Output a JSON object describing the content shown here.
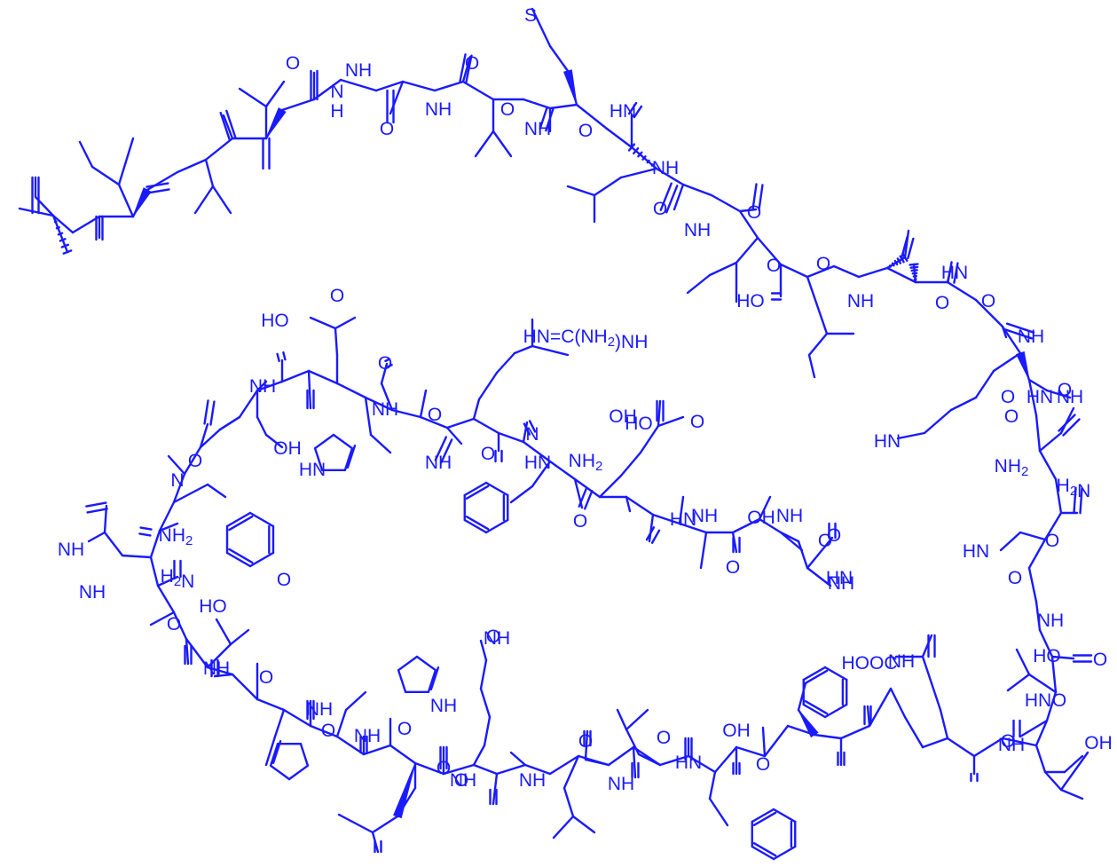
{
  "colors": {
    "structure": "#1a1aff",
    "background": "#ffffff"
  },
  "labels": [
    {
      "text": "S"
    },
    {
      "text": "O"
    },
    {
      "text": "NH"
    },
    {
      "text": "N",
      "sub": "H"
    },
    {
      "text": "O"
    },
    {
      "text": "NH"
    },
    {
      "text": "O"
    },
    {
      "text": "O"
    },
    {
      "text": "NH"
    },
    {
      "text": "O"
    },
    {
      "text": "HN"
    },
    {
      "text": "O"
    },
    {
      "text": "NH"
    },
    {
      "text": "O"
    },
    {
      "text": "NH"
    },
    {
      "text": "O"
    },
    {
      "text": "HO"
    },
    {
      "text": "O"
    },
    {
      "text": "NH"
    },
    {
      "text": "O"
    },
    {
      "text": "HN"
    },
    {
      "text": "O"
    },
    {
      "text": "NH"
    },
    {
      "text": "HN"
    },
    {
      "text": "O"
    },
    {
      "text": "NH"
    },
    {
      "text": "O"
    },
    {
      "text": "HN"
    },
    {
      "text": "O"
    },
    {
      "text": "NH2"
    },
    {
      "text": "H2N"
    },
    {
      "text": "O"
    },
    {
      "text": "HN"
    },
    {
      "text": "O"
    },
    {
      "text": "NH"
    },
    {
      "text": "HO"
    },
    {
      "text": "O"
    },
    {
      "text": "HN"
    },
    {
      "text": "O"
    },
    {
      "text": "NH"
    },
    {
      "text": "O"
    },
    {
      "text": "OH"
    },
    {
      "text": "HOOC"
    },
    {
      "text": "NH"
    },
    {
      "text": "HN=C(NH2)NH"
    },
    {
      "text": "HO"
    },
    {
      "text": "O"
    },
    {
      "text": "NH"
    },
    {
      "text": "OH"
    },
    {
      "text": "O"
    },
    {
      "text": "NH"
    },
    {
      "text": "O"
    },
    {
      "text": "HN"
    },
    {
      "text": "NH"
    },
    {
      "text": "O"
    },
    {
      "text": "N"
    },
    {
      "text": "HN"
    },
    {
      "text": "NH2"
    },
    {
      "text": "O"
    },
    {
      "text": "OH"
    },
    {
      "text": "HO"
    },
    {
      "text": "O"
    },
    {
      "text": "HN"
    },
    {
      "text": "NH"
    },
    {
      "text": "O"
    },
    {
      "text": "OH"
    },
    {
      "text": "NH"
    },
    {
      "text": "O"
    },
    {
      "text": "HN"
    },
    {
      "text": "O"
    },
    {
      "text": "NH"
    },
    {
      "text": "NH"
    },
    {
      "text": "NH"
    },
    {
      "text": "N"
    },
    {
      "text": "O"
    },
    {
      "text": "NH2"
    },
    {
      "text": "H2N"
    },
    {
      "text": "O"
    },
    {
      "text": "HO"
    },
    {
      "text": "O"
    },
    {
      "text": "NH"
    },
    {
      "text": "O"
    },
    {
      "text": "NH"
    },
    {
      "text": "O"
    },
    {
      "text": "NH"
    },
    {
      "text": "O"
    },
    {
      "text": "NH"
    },
    {
      "text": "O"
    },
    {
      "text": "NH"
    },
    {
      "text": "O"
    },
    {
      "text": "NH"
    },
    {
      "text": "O"
    },
    {
      "text": "NH"
    },
    {
      "text": "O"
    },
    {
      "text": "NH"
    },
    {
      "text": "O"
    },
    {
      "text": "HN"
    },
    {
      "text": "OH"
    },
    {
      "text": "O"
    }
  ]
}
